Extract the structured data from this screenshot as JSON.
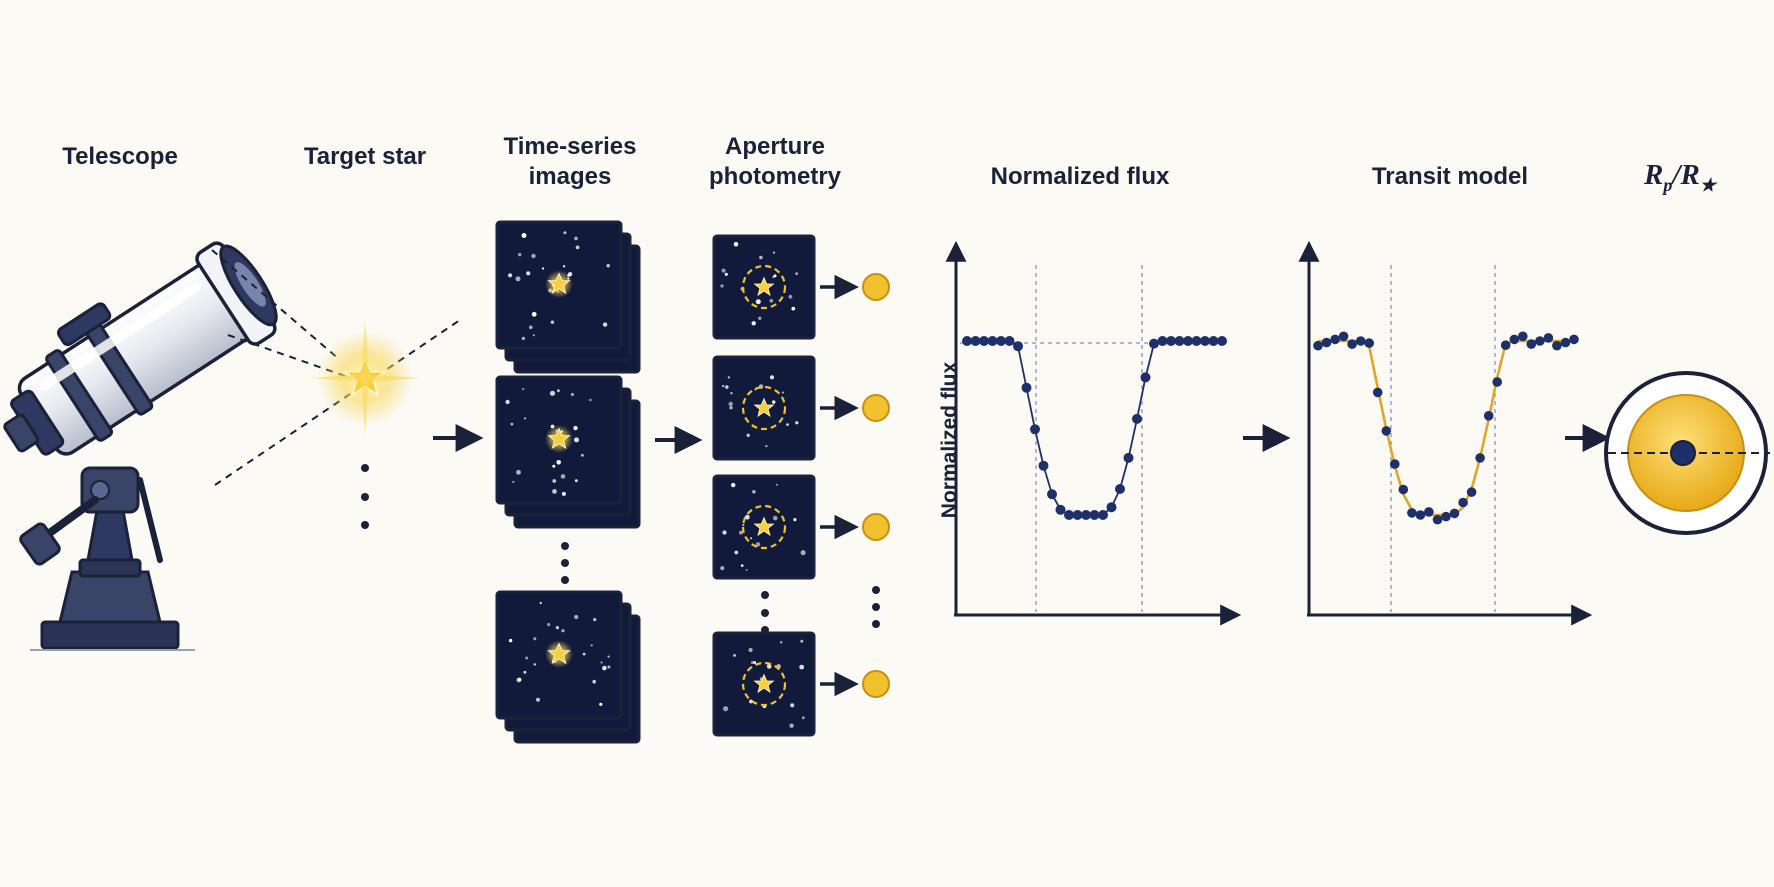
{
  "stages": {
    "telescope": "Telescope",
    "target_star": "Target star",
    "time_series_line1": "Time-series",
    "time_series_line2": "images",
    "aperture_line1": "Aperture",
    "aperture_line2": "photometry",
    "normalized_flux": "Normalized flux",
    "transit_model": "Transit model",
    "result_base": "R",
    "result_sub_planet": "p",
    "result_sep": "/",
    "result_base2": "R",
    "result_sub_star": "★"
  },
  "flux_plot": {
    "ylabel": "Normalized flux"
  },
  "colors": {
    "navy": "#1b2138",
    "night": "#111a3a",
    "gold": "#f2c12e",
    "model": "#e0a624",
    "grid": "#9aa0c8",
    "background": "#fbfaf5"
  },
  "chart_data": [
    {
      "type": "scatter",
      "title": "Normalized flux",
      "ylabel": "Normalized flux",
      "x": [
        0,
        1,
        2,
        3,
        4,
        5,
        6,
        7,
        8,
        9,
        10,
        11,
        12,
        13,
        14,
        15,
        16,
        17,
        18,
        19,
        20,
        21,
        22,
        23,
        24,
        25,
        26,
        27,
        28,
        29,
        30
      ],
      "y": [
        1.0,
        1.0,
        1.0,
        1.0,
        1.0,
        1.0,
        0.98,
        0.82,
        0.66,
        0.52,
        0.41,
        0.35,
        0.33,
        0.33,
        0.33,
        0.33,
        0.33,
        0.36,
        0.43,
        0.55,
        0.7,
        0.86,
        0.99,
        1.0,
        1.0,
        1.0,
        1.0,
        1.0,
        1.0,
        1.0,
        1.0
      ]
    },
    {
      "type": "line",
      "title": "Transit model",
      "x": [
        0,
        1,
        2,
        3,
        4,
        5,
        6,
        7,
        8,
        9,
        10,
        11,
        12,
        13,
        14,
        15,
        16,
        17,
        18,
        19,
        20,
        21,
        22,
        23,
        24,
        25,
        26,
        27,
        28,
        29,
        30
      ],
      "series": [
        {
          "values": [
            1.0,
            1.0,
            1.0,
            1.0,
            1.0,
            1.0,
            0.98,
            0.82,
            0.66,
            0.52,
            0.41,
            0.35,
            0.33,
            0.33,
            0.33,
            0.33,
            0.33,
            0.36,
            0.43,
            0.55,
            0.7,
            0.86,
            0.99,
            1.0,
            1.0,
            1.0,
            1.0,
            1.0,
            1.0,
            1.0,
            1.0
          ]
        }
      ]
    }
  ]
}
